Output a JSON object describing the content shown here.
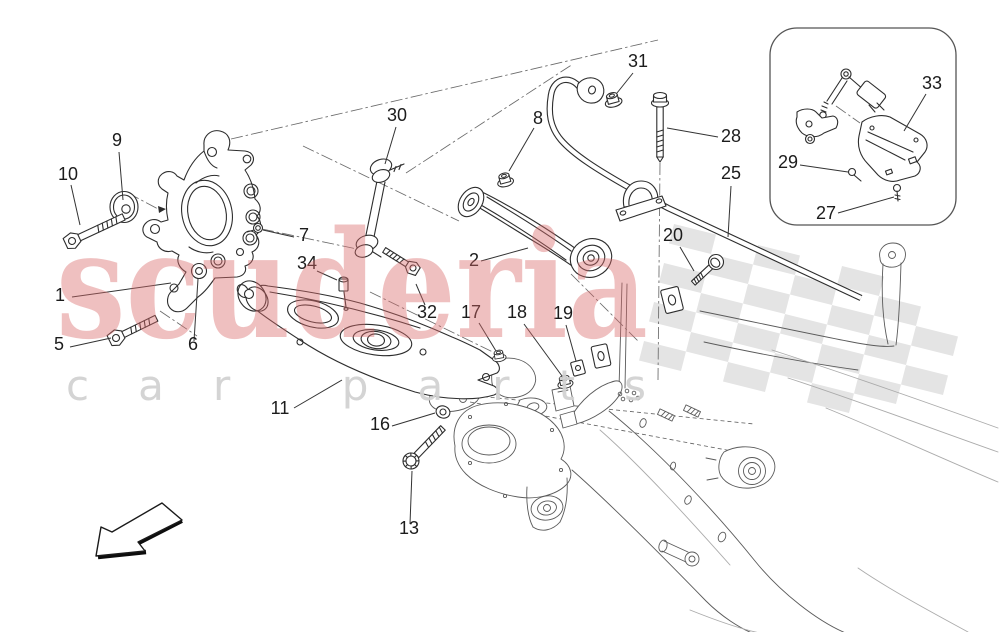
{
  "diagram": {
    "callouts": {
      "c1": "1",
      "c2": "2",
      "c5": "5",
      "c6": "6",
      "c7": "7",
      "c8": "8",
      "c9": "9",
      "c10": "10",
      "c11": "11",
      "c13": "13",
      "c16": "16",
      "c17": "17",
      "c18": "18",
      "c19": "19",
      "c20": "20",
      "c25": "25",
      "c27": "27",
      "c28": "28",
      "c29": "29",
      "c30": "30",
      "c31": "31",
      "c32": "32",
      "c33": "33",
      "c34": "34"
    },
    "watermark": {
      "brand": "scuderia",
      "tagline": "car parts"
    },
    "colors": {
      "watermark_red": "#da6a6a",
      "watermark_gray": "#d2d2d2",
      "checker_gray": "#e4e4e4",
      "line_dark": "#2d2d2d",
      "line_frame": "#5a5a5a",
      "label_text": "#1c1c1c"
    }
  }
}
